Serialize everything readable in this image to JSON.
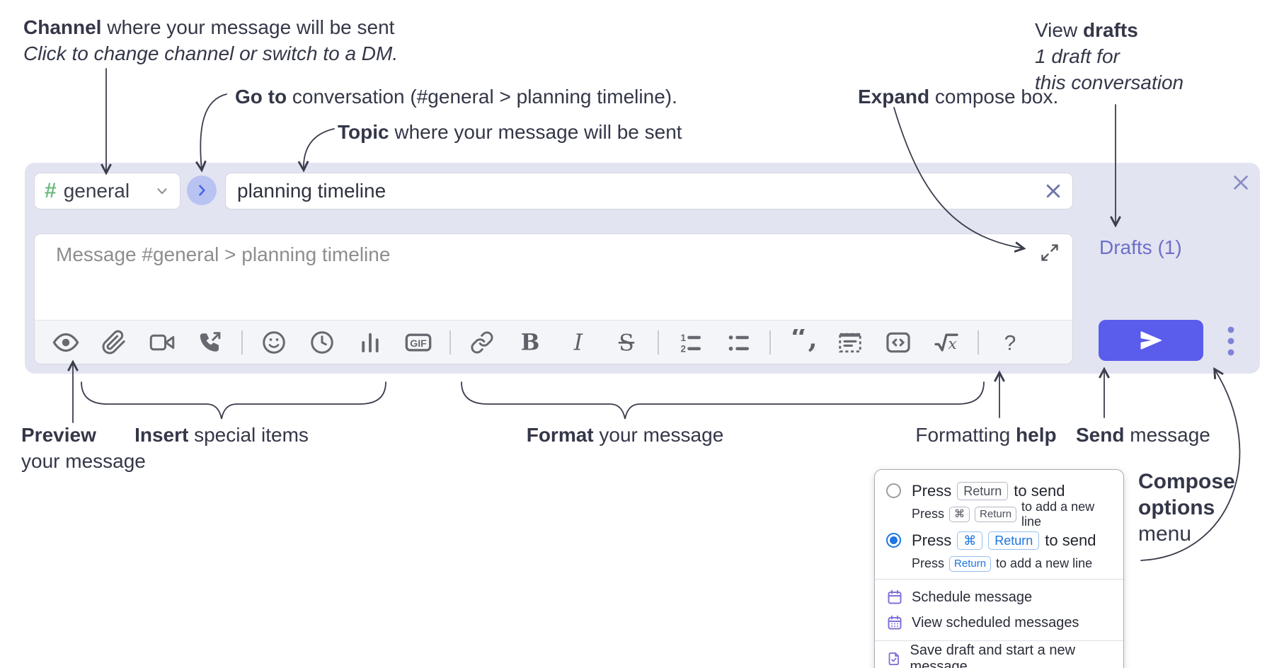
{
  "colors": {
    "annotation_text": "#343748",
    "compose_bg": "#e3e4f1",
    "send_button": "#5a5cec",
    "drafts_link": "#6c70c8",
    "hash_green": "#6dbb81",
    "goto_blue": "#4a63ee",
    "popup_blue": "#1e75e4",
    "menu_icon_purple": "#7e72d8"
  },
  "annotations": {
    "channel": {
      "bold": "Channel",
      "rest": " where your message will be sent",
      "line2": "Click to change channel or switch to a DM."
    },
    "goto": {
      "bold": "Go to",
      "rest": " conversation (#general > planning timeline)."
    },
    "topic": {
      "bold": "Topic",
      "rest": " where your message will be sent"
    },
    "expand": {
      "bold": "Expand",
      "rest": " compose box."
    },
    "view_drafts": {
      "pre": "View ",
      "bold": "drafts",
      "line2": "1 draft for",
      "line3": "this conversation"
    },
    "preview": {
      "bold": "Preview",
      "line2": "your message"
    },
    "insert": {
      "bold": "Insert",
      "rest": " special items"
    },
    "format": {
      "bold": "Format",
      "rest": " your message"
    },
    "formatting_help": {
      "pre": "Formatting ",
      "bold": "help"
    },
    "send": {
      "bold": "Send",
      "rest": " message"
    },
    "compose_options": {
      "line1": "Compose",
      "line2": "options",
      "line3": "menu"
    }
  },
  "compose": {
    "channel_label": "general",
    "topic_value": "planning timeline",
    "message_placeholder": "Message #general > planning timeline",
    "drafts_link": "Drafts (1)",
    "toolbar": {
      "bold": "B",
      "italic": "I",
      "strike": "S",
      "gif": "GIF",
      "quote_marks": "“„",
      "math_root": "√",
      "math_x": "x",
      "help": "?"
    }
  },
  "popup": {
    "option1": {
      "pre": "Press",
      "key": "Return",
      "post": "to send",
      "sub_pre": "Press",
      "sub_key1": "⌘",
      "sub_key2": "Return",
      "sub_post": "to add a new line"
    },
    "option2": {
      "pre": "Press",
      "key1": "⌘",
      "key2": "Return",
      "post": "to send",
      "sub_pre": "Press",
      "sub_key": "Return",
      "sub_post": "to add a new line"
    },
    "menu": [
      "Schedule message",
      "View scheduled messages",
      "Save draft and start a new message"
    ]
  }
}
